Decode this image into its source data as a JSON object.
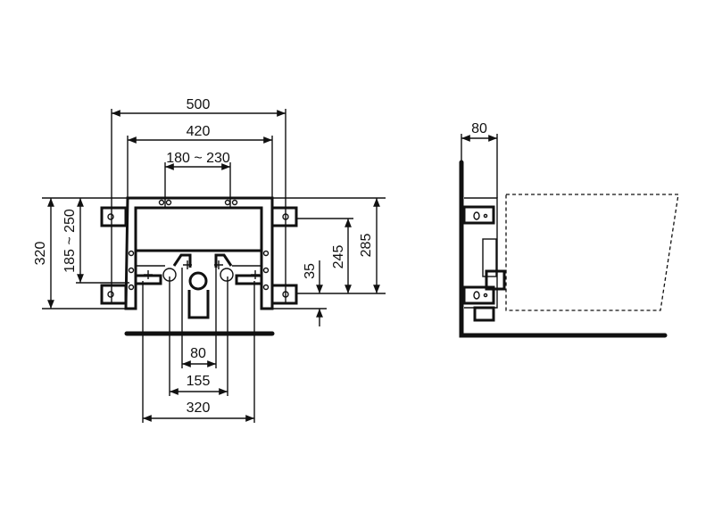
{
  "front_view": {
    "dimensions": {
      "overall_width": "500",
      "frame_width": "420",
      "fixing_range": "180 ~ 230",
      "overall_height": "320",
      "height_range": "185 ~ 250",
      "offset_bottom": "35",
      "height_245": "245",
      "height_285": "285",
      "pipe_width_80": "80",
      "pipe_width_155": "155",
      "base_width": "320"
    }
  },
  "side_view": {
    "dimensions": {
      "depth": "80"
    }
  }
}
